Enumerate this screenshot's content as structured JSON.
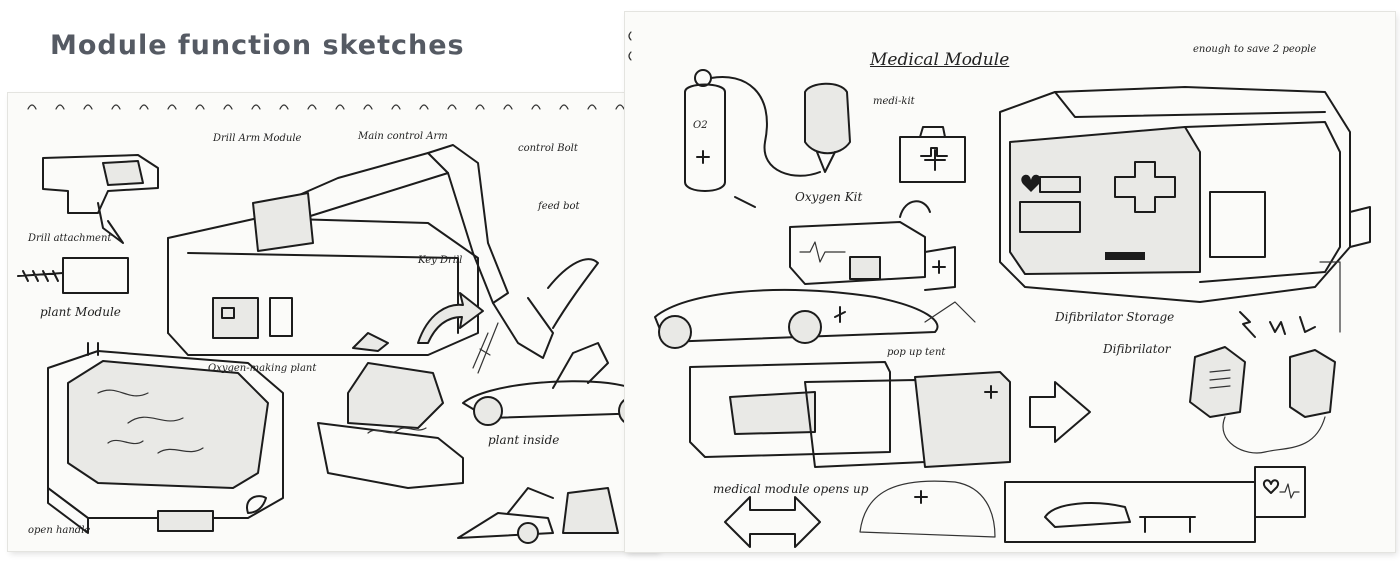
{
  "page": {
    "title": "Module function sketches"
  },
  "left_sheet": {
    "annotations": {
      "drill_arm_module": "Drill Arm Module",
      "main_control_arm": "Main control Arm",
      "control_bolt": "control Bolt",
      "feed_bot": "feed bot",
      "key_drill": "Key Drill",
      "drill_attachment": "Drill attachment",
      "plant_module": "plant Module",
      "oxygen_plant": "Oxygen-making plant",
      "plant_inside": "plant inside",
      "open_handle": "open handle"
    }
  },
  "right_sheet": {
    "annotations": {
      "medical_module": "Medical Module",
      "enough_to_save": "enough to save 2 people",
      "medi_kit": "medi-kit",
      "oxygen_kit": "Oxygen Kit",
      "o2_label": "O2",
      "difibrilator_storage": "Difibrilator Storage",
      "difibrilator": "Difibrilator",
      "pop_up_tent": "pop up tent",
      "medical_module_opens_up": "medical module opens up"
    }
  },
  "colors": {
    "title": "#555a63",
    "ink": "#1c1c1c",
    "paper": "#fbfbf9"
  },
  "icons": [
    "spiral-ring-icon",
    "medical-cross-icon",
    "heart-icon",
    "arrow-right-icon",
    "double-arrow-icon",
    "lightning-icon",
    "oxygen-tank-icon",
    "drill-bit-icon",
    "leaf-icon"
  ]
}
